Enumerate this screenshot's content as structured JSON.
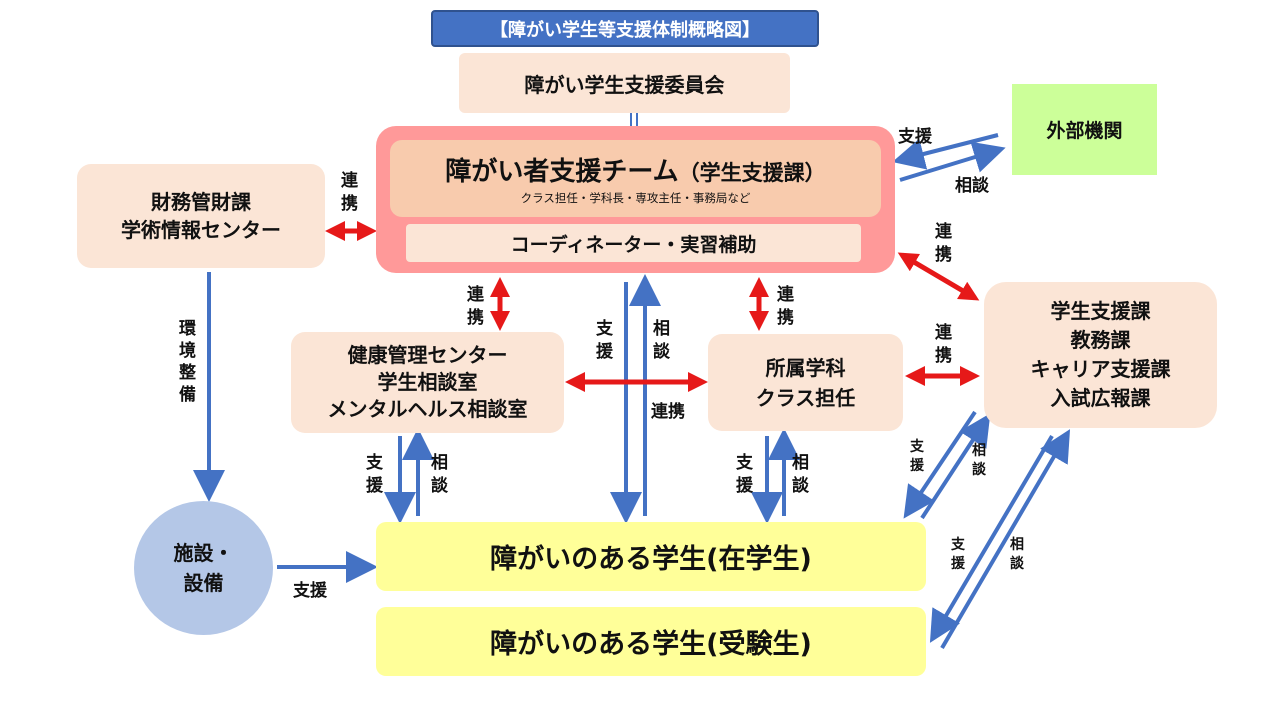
{
  "title": "【障がい学生等支援体制概略図】",
  "committee": "障がい学生支援委員会",
  "external": "外部機関",
  "team": {
    "name_main": "障がい者支援チーム",
    "name_paren": "（学生支援課）",
    "members": "クラス担任・学科長・専攻主任・事務局など",
    "coordinator": "コーディネーター・実習補助"
  },
  "finance": {
    "line1": "財務管財課",
    "line2": "学術情報センター"
  },
  "health": {
    "line1": "健康管理センター",
    "line2": "学生相談室",
    "line3": "メンタルヘルス相談室"
  },
  "department": {
    "line1": "所属学科",
    "line2": "クラス担任"
  },
  "offices": {
    "line1": "学生支援課",
    "line2": "教務課",
    "line3": "キャリア支援課",
    "line4": "入試広報課"
  },
  "facility": {
    "line1": "施設・",
    "line2": "設備"
  },
  "student_enrolled": "障がいのある学生(在学生)",
  "student_applicant": "障がいのある学生(受験生)",
  "labels": {
    "support": "支援",
    "consult": "相談",
    "collab": "連携",
    "renkei_1": "連",
    "renkei_2": "携",
    "shien_1": "支",
    "shien_2": "援",
    "soudan_1": "相",
    "soudan_2": "談",
    "env_1": "環",
    "env_2": "境",
    "env_3": "整",
    "env_4": "備"
  },
  "colors": {
    "title_bg": "#4472c4",
    "peach": "#fbe5d6",
    "team_outer": "#ff9999",
    "team_inner": "#f8cbad",
    "external": "#ccff99",
    "yellow": "#ffff99",
    "facility": "#b4c7e7",
    "blue_arrow": "#4472c4",
    "red_arrow": "#e61919"
  }
}
